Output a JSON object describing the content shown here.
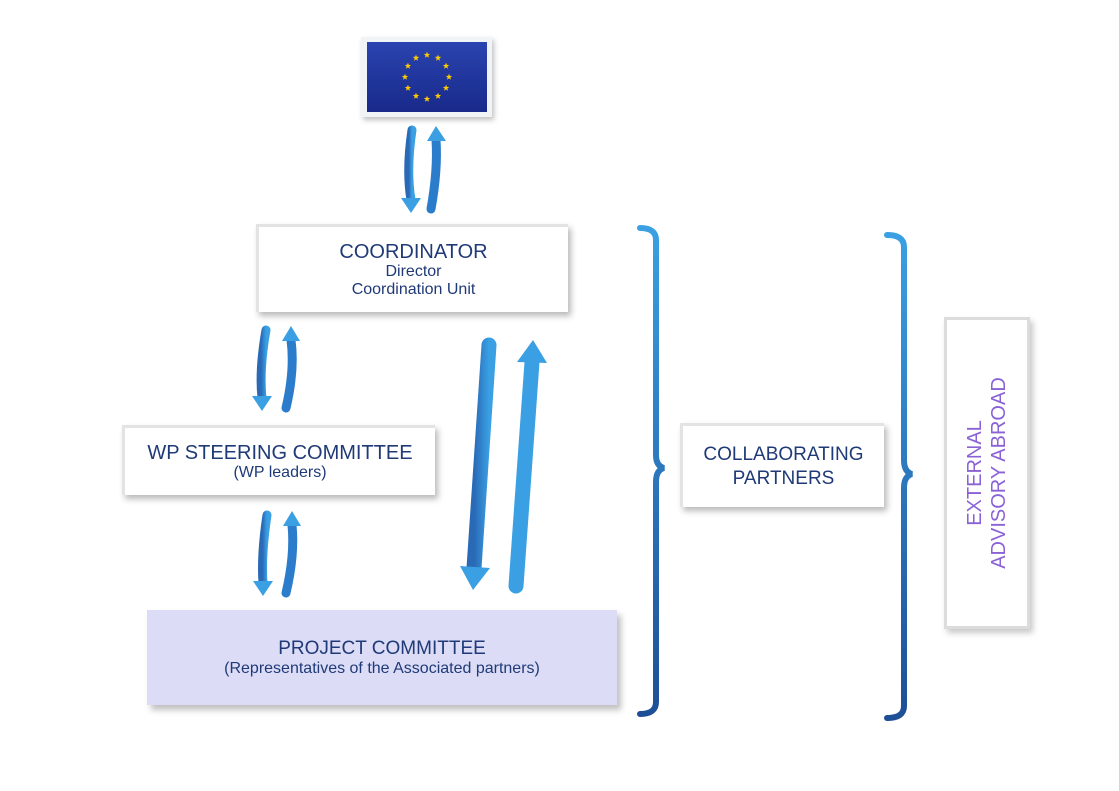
{
  "colors": {
    "title_text": "#1f3a77",
    "advisory_text": "#8a62d6",
    "arrow_light": "#3aa0e3",
    "arrow_dark": "#2b5fa6",
    "project_fill": "#dcdcf6",
    "eu_blue": "#1f3599",
    "eu_star": "#ffcc00"
  },
  "eu_flag": {
    "icon": "eu-flag-icon"
  },
  "coordinator": {
    "title": "COORDINATOR",
    "line1": "Director",
    "line2": "Coordination Unit"
  },
  "wp_steering": {
    "title": "WP STEERING COMMITTEE",
    "line1": "(WP leaders)"
  },
  "project_committee": {
    "title": "PROJECT COMMITTEE",
    "line1": "(Representatives of the Associated partners)"
  },
  "collaborating": {
    "line1": "COLLABORATING",
    "line2": "PARTNERS"
  },
  "external": {
    "line1": "EXTERNAL",
    "line2": "ADVISORY ABROAD"
  }
}
